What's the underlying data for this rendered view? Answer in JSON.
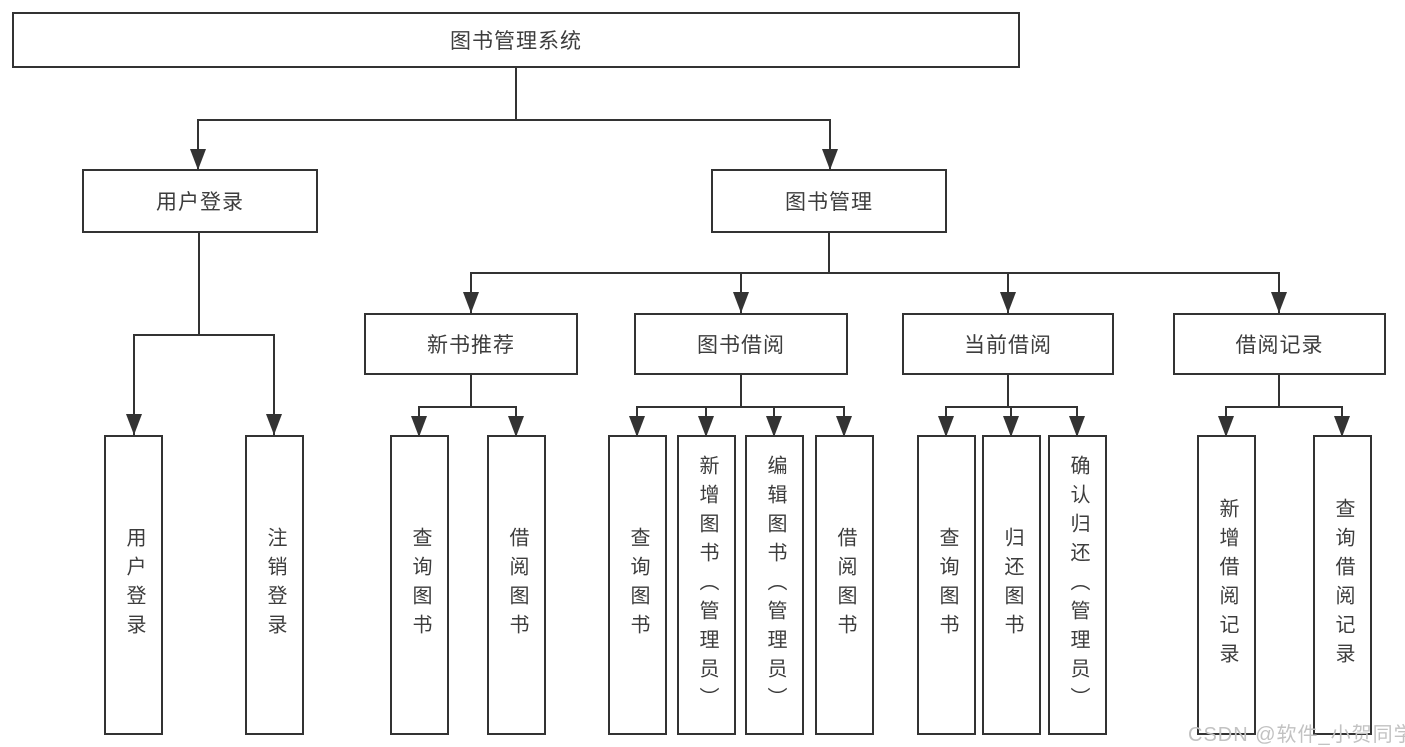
{
  "diagram": {
    "root": {
      "label": "图书管理系统"
    },
    "level2": [
      {
        "label": "用户登录"
      },
      {
        "label": "图书管理"
      }
    ],
    "level3": [
      {
        "label": "新书推荐"
      },
      {
        "label": "图书借阅"
      },
      {
        "label": "当前借阅"
      },
      {
        "label": "借阅记录"
      }
    ],
    "leaves": {
      "user_login": [
        {
          "label": "用户登录"
        },
        {
          "label": "注销登录"
        }
      ],
      "new_book_recommend": [
        {
          "label": "查询图书"
        },
        {
          "label": "借阅图书"
        }
      ],
      "book_borrow": [
        {
          "label": "查询图书"
        },
        {
          "label": "新增图书（管理员）"
        },
        {
          "label": "编辑图书（管理员）"
        },
        {
          "label": "借阅图书"
        }
      ],
      "current_borrow": [
        {
          "label": "查询图书"
        },
        {
          "label": "归还图书"
        },
        {
          "label": "确认归还（管理员）"
        }
      ],
      "borrow_records": [
        {
          "label": "新增借阅记录"
        },
        {
          "label": "查询借阅记录"
        }
      ]
    },
    "colors": {
      "line": "#333333",
      "text": "#3d3d3d",
      "background": "#ffffff"
    }
  },
  "watermark": {
    "text": "CSDN @软件_小贺同学",
    "color": "#c2c2c2"
  }
}
